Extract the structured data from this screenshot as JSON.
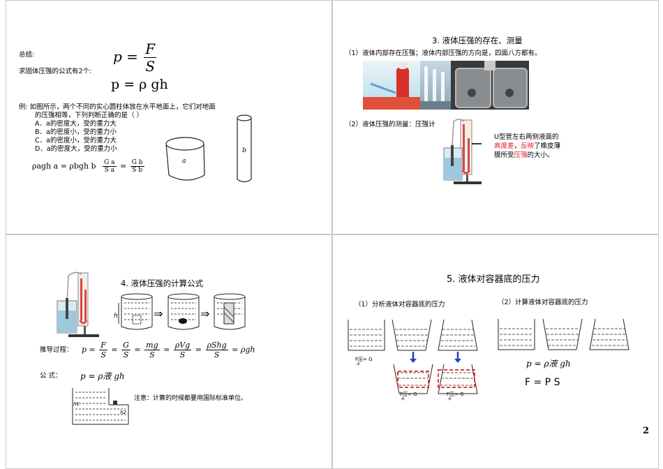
{
  "page_number": "2",
  "slide1": {
    "summary_label": "总结:",
    "formula_intro": "求固体压强的公式有2个:",
    "f1_lhs": "p =",
    "f1_num": "F",
    "f1_den": "S",
    "f2": "p = ρ gh",
    "example_line1": "例:  如图所示，两个不同的实心圆柱体放在水平地面上，它们对地面",
    "example_line2": "的压强相等，下列判断正确的是（  ）",
    "options": [
      "A．a的密度大，受的重力大",
      "B．a的密度小，受的重力小",
      "C．a的密度小，受的重力大",
      "D．a的密度大，受的重力小"
    ],
    "eq_left": "ρagh a = ρbgh b",
    "eq_num_a": "G a",
    "eq_den_a": "S a",
    "eq_num_b": "G b",
    "eq_den_b": "S b",
    "label_a": "a",
    "label_b": "b"
  },
  "slide2": {
    "title": "3. 液体压强的存在、测量",
    "item1": "（1）液体内部存在压强；液体内部压强的方向是，四面八方都有。",
    "item2": "（2）液体压强的测量：压强计",
    "note_line1": "U型管左右两侧液面的",
    "note_line2_red1": "高度差",
    "note_line2_sep": "，",
    "note_line2_red2": "反映",
    "note_line2_rest": "了橡皮薄",
    "note_line3_pre": "膜所受",
    "note_line3_red": "压强",
    "note_line3_post": "的大小。"
  },
  "slide3": {
    "title": "4. 液体压强的计算公式",
    "derivation_label": "推导过程：",
    "derivation": [
      "p =",
      "F",
      "S",
      "=",
      "G",
      "S",
      "=",
      "mg",
      "S",
      "=",
      "ρVg",
      "S",
      "=",
      "ρShg",
      "S",
      "= ρgh"
    ],
    "formula_label": "公    式：",
    "formula": "p = ρ液 gh",
    "note": "注意：计算的时候都要用国际标准单位。",
    "arrow": "⇒",
    "h_label": "h",
    "h1_label": "h1",
    "h2_label": "h2"
  },
  "slide4": {
    "title": "5. 液体对容器底的压力",
    "sub1": "（1）分析液体对容器底的压力",
    "sub2": "（2）计算液体对容器底的压力",
    "f_eq": "F压= G",
    "f_lt": "F压< G",
    "f_gt": "F压> G",
    "sub_shui": "水",
    "formula_p": "p = ρ液 gh",
    "formula_F": "F = P S"
  }
}
